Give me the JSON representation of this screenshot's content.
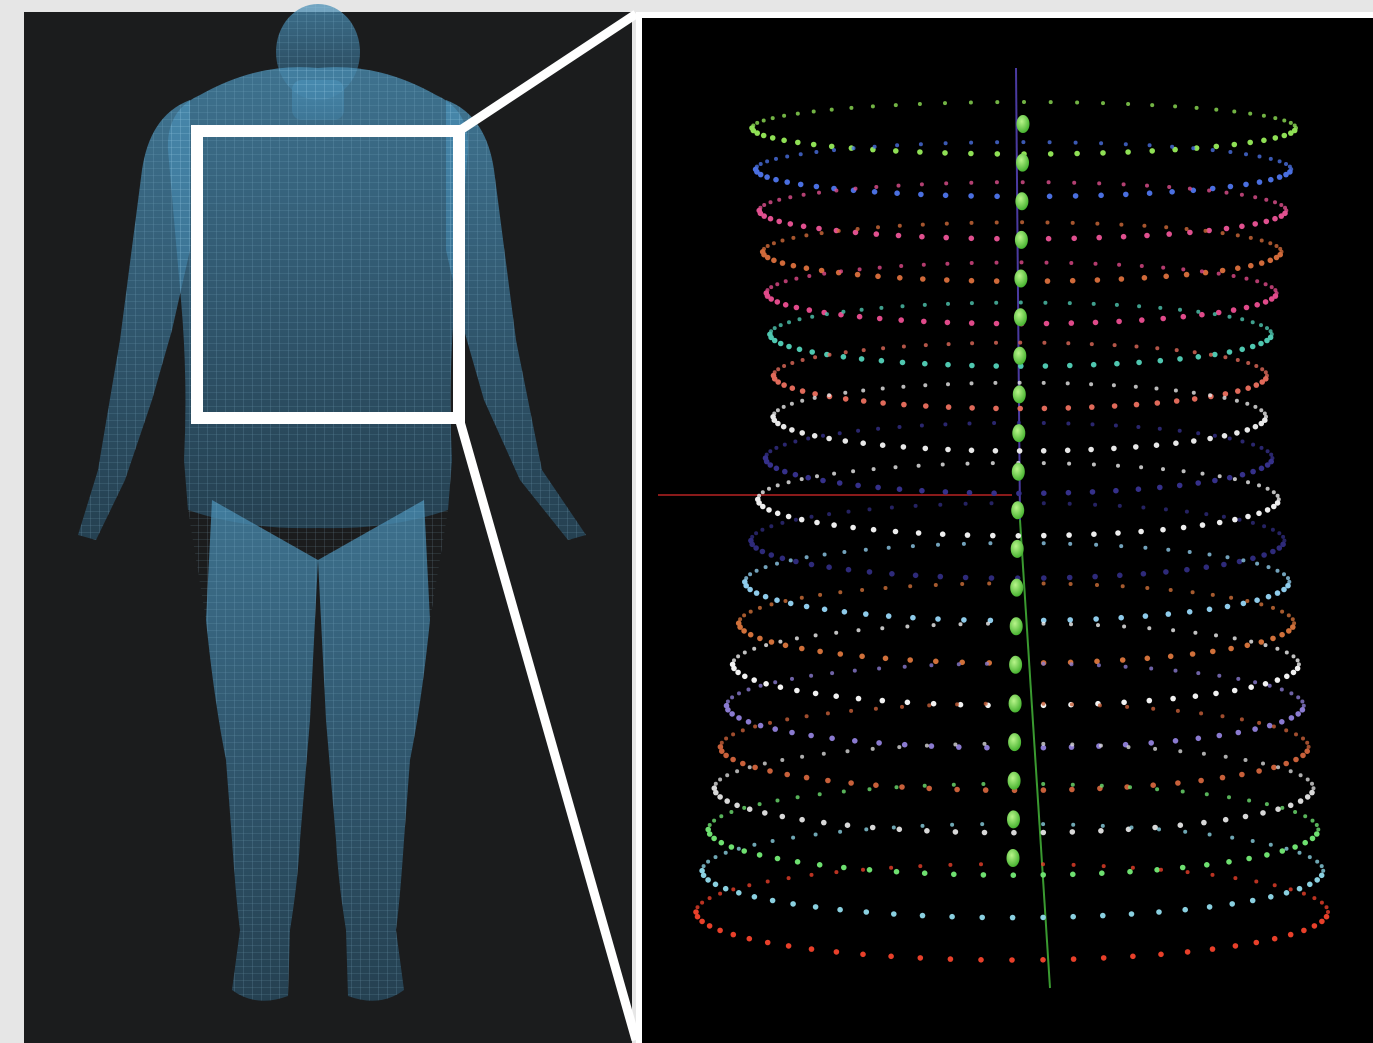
{
  "figure": {
    "background_color": "#e6e6e6",
    "left_panel": {
      "subject": "human-body-wireframe",
      "background_color": "#1b1c1d",
      "body_color": "#4a8fb5",
      "highlight_box_color": "#ffffff"
    },
    "right_panel": {
      "subject": "torso-point-cloud-rings",
      "background_color": "#000000",
      "ring_count": 20,
      "ring_colors": [
        "#8fe055",
        "#4a6fe0",
        "#e0508f",
        "#d06a3a",
        "#e04a8a",
        "#4fc7b0",
        "#e06a5a",
        "#e8e8e8",
        "#35308a",
        "#eeeeee",
        "#2e2a7a",
        "#8ecbea",
        "#d0703a",
        "#f2f2f2",
        "#8a7ad0",
        "#c8603a",
        "#d8d8d8",
        "#6ee070",
        "#8ad0e0",
        "#e8402a"
      ],
      "axis_colors": {
        "vertical": "#3a9a30",
        "top": "#4a3aa0",
        "horizontal": "#8a1a1a"
      },
      "center_marker_color": "#6ed84a"
    },
    "connector_color": "#ffffff"
  }
}
